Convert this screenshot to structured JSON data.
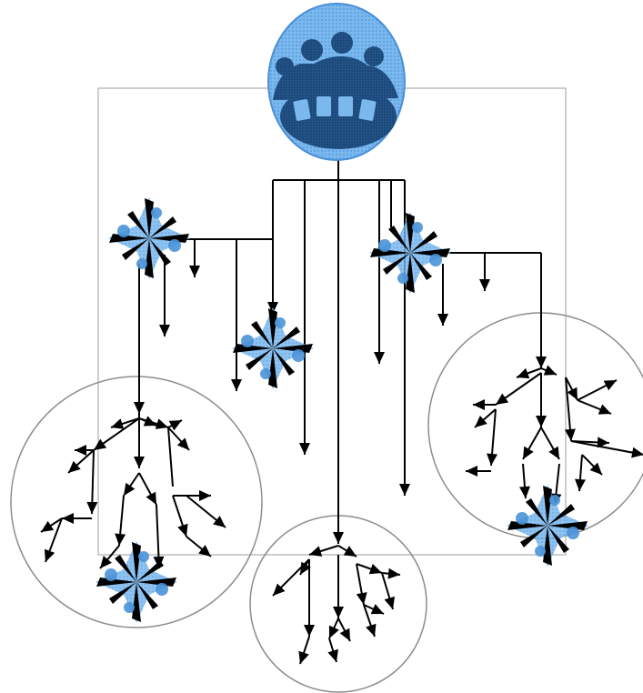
{
  "diagram": {
    "kind": "hierarchical-network",
    "colors": {
      "connector": "#000000",
      "frame": "#bdbdbd",
      "cluster_ring": "#8c8c8c",
      "node_glow": "#7ab8ee",
      "hub_fill": "#6aaeea",
      "hub_figures": "#1d4a7c"
    },
    "hub": {
      "icon": "group-meeting-icon"
    },
    "star_node_icon": "four-point-star-icon",
    "counts": {
      "star_nodes": 5,
      "cluster_circles": 3
    }
  }
}
